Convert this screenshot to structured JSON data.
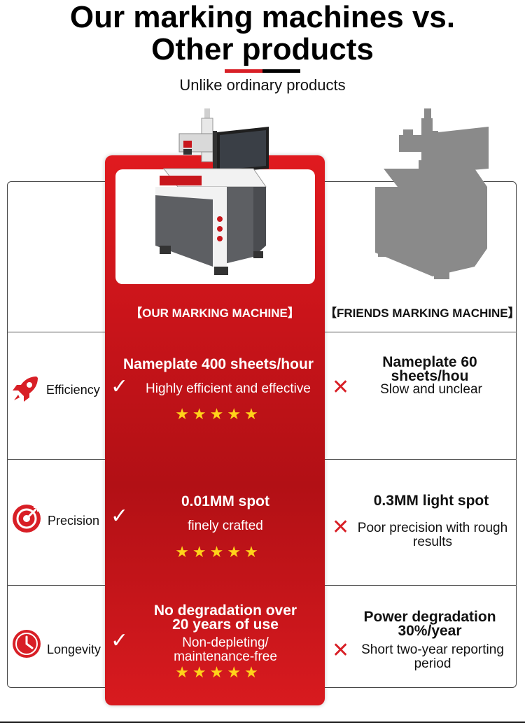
{
  "header": {
    "title_line1": "Our marking machines vs.",
    "title_line2": "Other products",
    "subtitle": "Unlike ordinary products"
  },
  "columns": {
    "ours": "【OUR MARKING MACHINE】",
    "theirs": "【FRIENDS MARKING MACHINE】"
  },
  "rows": [
    {
      "label": "Efficiency",
      "icon": "rocket-icon",
      "ours_title": "Nameplate 400 sheets/hour",
      "ours_desc": "Highly efficient and effective",
      "ours_rating": 5,
      "theirs_title_line1": "Nameplate 60",
      "theirs_title_line2": "sheets/hou",
      "theirs_desc": "Slow and unclear"
    },
    {
      "label": "Precision",
      "icon": "target-icon",
      "ours_title": "0.01MM spot",
      "ours_desc": "finely crafted",
      "ours_rating": 5,
      "theirs_title": "0.3MM light spot",
      "theirs_desc_line1": "Poor precision with rough",
      "theirs_desc_line2": "results"
    },
    {
      "label": "Longevity",
      "icon": "clock-icon",
      "ours_title_line1": "No degradation over",
      "ours_title_line2": "20 years of use",
      "ours_desc_line1": "Non-depleting/",
      "ours_desc_line2": "maintenance-free",
      "ours_rating": 5,
      "theirs_title_line1": "Power degradation",
      "theirs_title_line2": "30%/year",
      "theirs_desc_line1": "Short two-year reporting",
      "theirs_desc_line2": "period"
    }
  ],
  "glyphs": {
    "star": "★★★★★",
    "check": "✓",
    "cross": "✕"
  },
  "colors": {
    "accent_red": "#d81f26",
    "star_gold": "#ffd21a",
    "silhouette_gray": "#8a8a8a"
  }
}
